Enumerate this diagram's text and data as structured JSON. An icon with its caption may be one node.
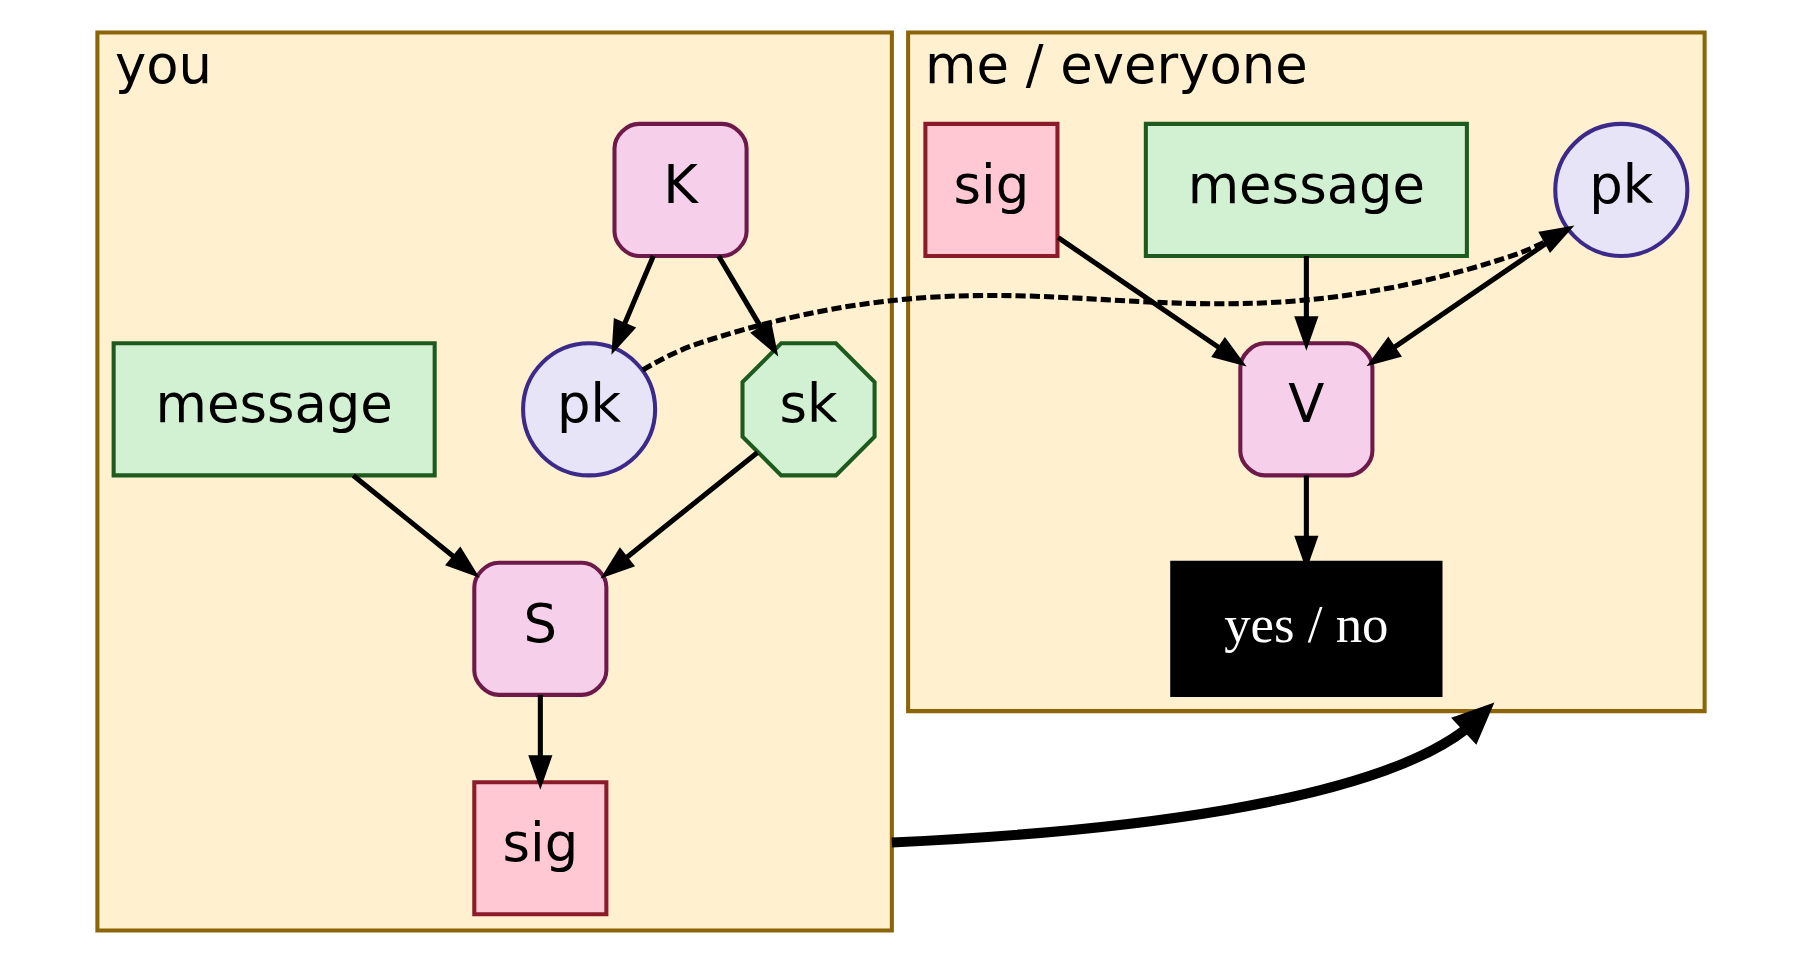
{
  "diagram": {
    "nodes": [
      {
        "text": [
          "you"
        ]
      },
      {
        "text": [
          "K"
        ],
        "in": 0
      },
      {
        "text": [
          "pk"
        ],
        "in": 0
      },
      {
        "text": [
          "sk"
        ],
        "in": 0
      },
      {
        "text": [
          "S"
        ],
        "in": 0
      },
      {
        "text": [
          "message"
        ],
        "in": 0
      },
      {
        "text": [
          "sig"
        ],
        "in": 0
      },
      {
        "text": [
          "me / everyone"
        ]
      },
      {
        "text": [
          "pk"
        ],
        "in": 7
      },
      {
        "text": [
          "V"
        ],
        "in": 7
      },
      {
        "text": [
          "yes / no"
        ],
        "in": 7
      },
      {
        "text": [
          "message"
        ],
        "in": 7
      },
      {
        "text": [
          "sig"
        ],
        "in": 7
      }
    ],
    "edges": [
      {
        "from": 1,
        "to": 2,
        "arrow": "to"
      },
      {
        "from": 1,
        "to": 3,
        "arrow": "to"
      },
      {
        "from": 3,
        "to": 4,
        "arrow": "to"
      },
      {
        "from": 5,
        "to": 4,
        "arrow": "to"
      },
      {
        "from": 4,
        "to": 6,
        "arrow": "to"
      },
      {
        "from": 2,
        "to": 8,
        "arrow": "to",
        "style": "dashed"
      },
      {
        "from": 8,
        "to": 9,
        "arrow": "to"
      },
      {
        "from": 9,
        "to": 10,
        "arrow": "to"
      },
      {
        "from": 11,
        "to": 9,
        "arrow": "to"
      },
      {
        "from": 12,
        "to": 9,
        "arrow": "to"
      },
      {
        "from": 0,
        "to": 7,
        "arrow": "to",
        "style": "thick"
      }
    ]
  }
}
